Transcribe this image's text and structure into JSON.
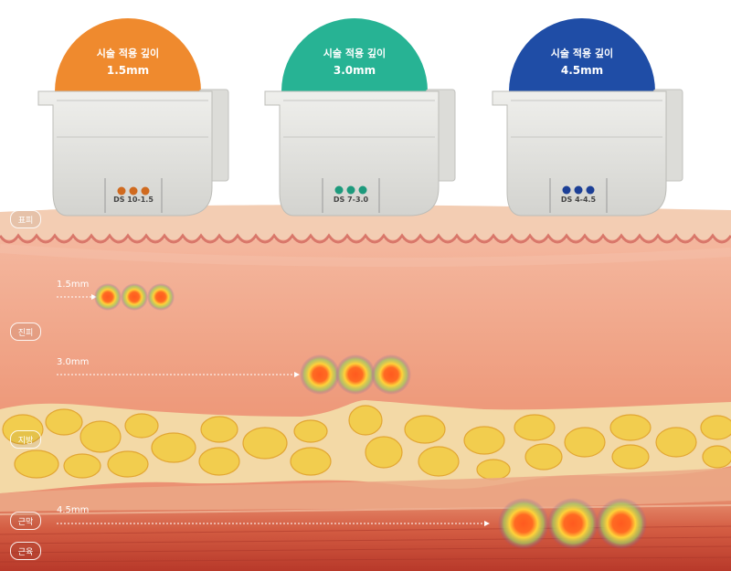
{
  "cartridges": [
    {
      "line1": "시술 적용 깊이",
      "line2": "1.5mm",
      "code": "DS 10-1.5",
      "color": "#ef8a2e"
    },
    {
      "line1": "시술 적용 깊이",
      "line2": "3.0mm",
      "code": "DS 7-3.0",
      "color": "#27b394"
    },
    {
      "line1": "시술 적용 깊이",
      "line2": "4.5mm",
      "code": "DS 4-4.5",
      "color": "#1f4da6"
    }
  ],
  "layers": [
    "표피",
    "진피",
    "지방",
    "근막",
    "근육"
  ],
  "depth_labels": [
    "1.5mm",
    "3.0mm",
    "4.5mm"
  ],
  "colors": {
    "skin": "#f2c3a6",
    "dermis": "#eb8e6e",
    "fat": "#f2cd4e",
    "muscle": "#c84a38",
    "focal_core": "#f45a20"
  }
}
